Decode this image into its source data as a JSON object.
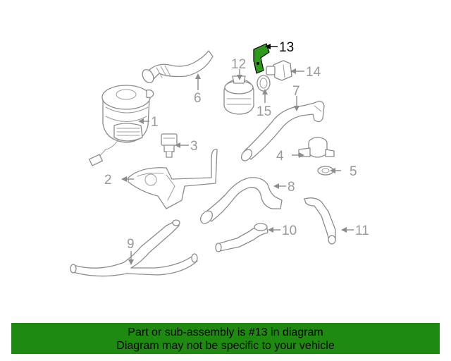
{
  "diagram": {
    "highlighted_part": "13",
    "highlight_color": "#2e9a1a",
    "callouts": {
      "c1": "1",
      "c2": "2",
      "c3": "3",
      "c4": "4",
      "c5": "5",
      "c6": "6",
      "c7": "7",
      "c8": "8",
      "c9": "9",
      "c10": "10",
      "c11": "11",
      "c12": "12",
      "c13": "13",
      "c14": "14",
      "c15": "15"
    }
  },
  "banner": {
    "line1": "Part or sub-assembly is #13 in diagram",
    "line2": "Diagram may not be specific to your vehicle",
    "background": "#1e8a0f"
  }
}
